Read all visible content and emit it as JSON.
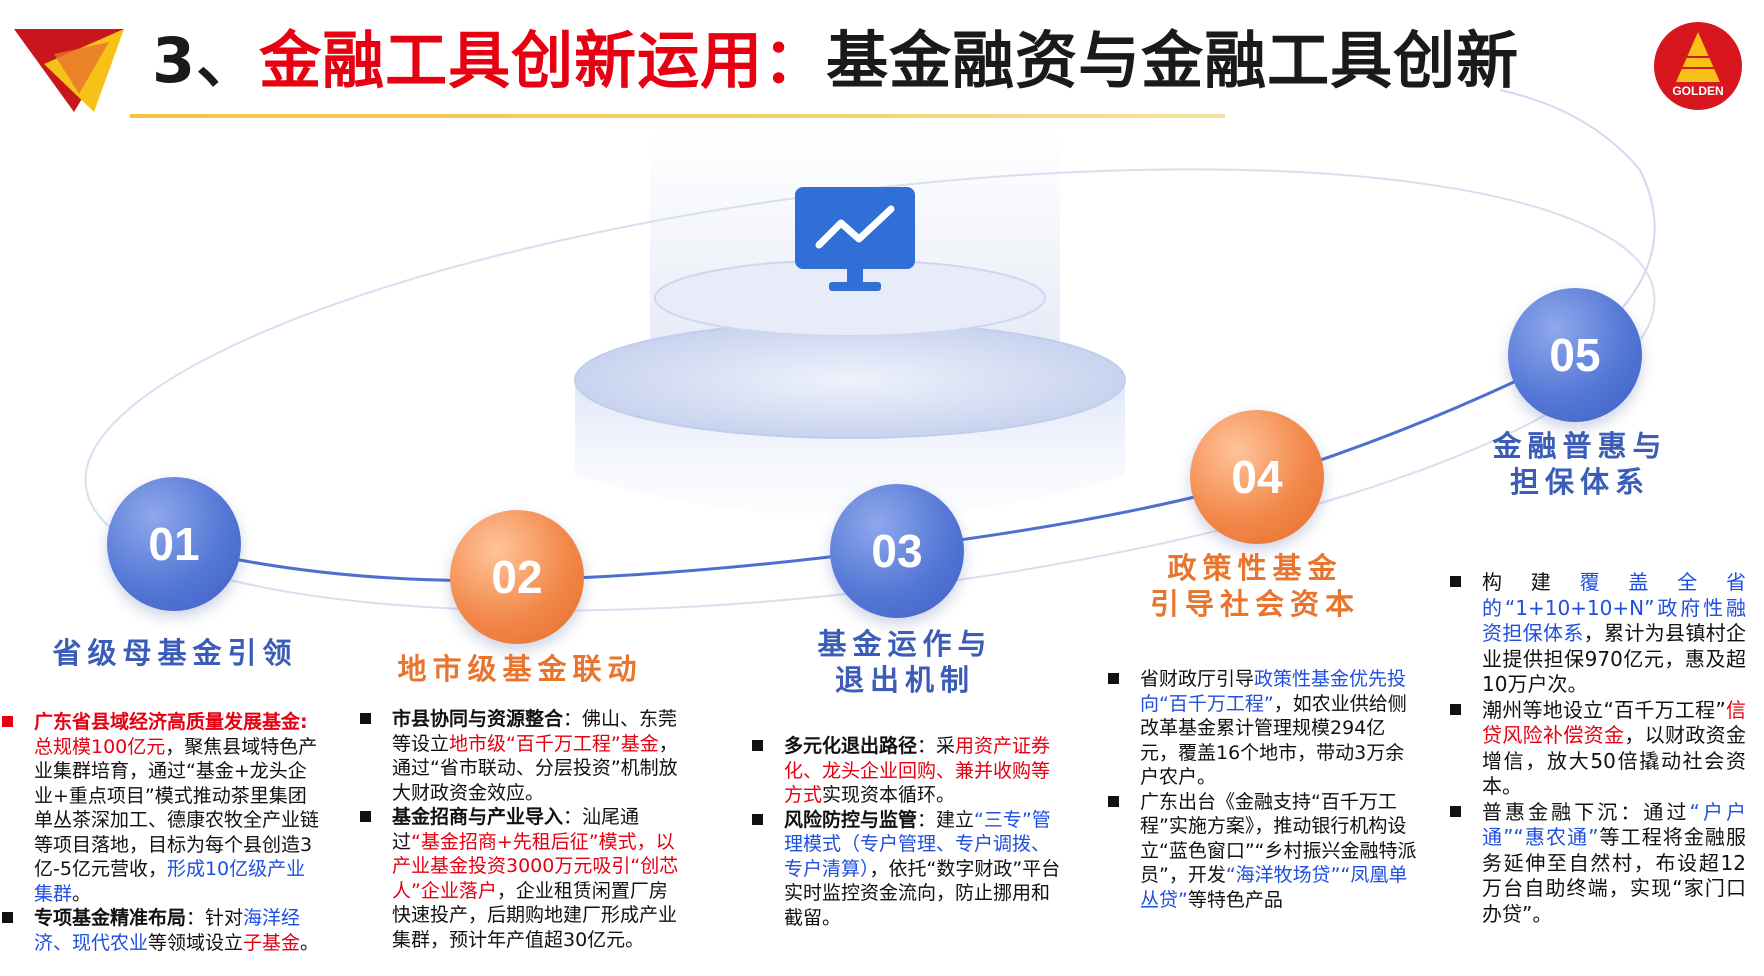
{
  "header": {
    "title_prefix": "3、",
    "title_highlight": "金融工具创新运用：",
    "title_rest": "基金融资与金融工具创新",
    "logo_text": "GOLDEN"
  },
  "colors": {
    "accent_red": "#e60012",
    "accent_blue": "#3b5db8",
    "accent_orange": "#e8742e",
    "link_blue": "#1f4fe0",
    "gold": "#f5c542"
  },
  "icons": [
    "triangle-logo-icon",
    "golden-pyramid-logo-icon",
    "monitor-chart-icon"
  ],
  "stages": [
    {
      "num": "01",
      "label_line1": "省级母基金引领",
      "label_line2": ""
    },
    {
      "num": "02",
      "label_line1": "地市级基金联动",
      "label_line2": ""
    },
    {
      "num": "03",
      "label_line1": "基金运作与",
      "label_line2": "退出机制"
    },
    {
      "num": "04",
      "label_line1": "政策性基金",
      "label_line2": "引导社会资本"
    },
    {
      "num": "05",
      "label_line1": "金融普惠与",
      "label_line2": "担保体系"
    }
  ],
  "col1": {
    "i1_head": "广东省县域经济高质量发展基金:",
    "i1_red": "总规模100亿元",
    "i1_text": "，聚焦县域特色产业集群培育，通过“基金+龙头企业+重点项目”模式推动茶里集团单丛茶深加工、德康农牧全产业链等项目落地，目标为每个县创造3亿-5亿元营收，",
    "i1_blue": "形成10亿级产业集群",
    "i1_end": "。",
    "i2_head": "专项基金精准布局",
    "i2_text1": "：针对",
    "i2_blue": "海洋经济、现代农业",
    "i2_text2": "等领域设立",
    "i2_red": "子基金",
    "i2_end": "。"
  },
  "col2": {
    "i1_head": "市县协同与资源整合",
    "i1_text1": "：佛山、东莞等设立",
    "i1_red": "地市级“百千万工程”基金",
    "i1_text2": "，通过“省市联动、分层投资”机制放大财政资金效应。",
    "i2_head": "基金招商与产业导入",
    "i2_text1": "：汕尾通过",
    "i2_red": "“基金招商+先租后征”模式，以产业基金投资3000万元吸引“创芯人”企业落户",
    "i2_text2": "，企业租赁闲置厂房快速投产，后期购地建厂形成产业集群，预计年产值超30亿元。"
  },
  "col3": {
    "i1_head": "多元化退出路径",
    "i1_text1": "：采",
    "i1_red": "用资产证券化、龙头企业回购、兼并收购等方式",
    "i1_text2": "实现资本循环。",
    "i2_head": "风险防控与监管",
    "i2_text1": "：建立",
    "i2_blue": "“三专”管理模式（专户管理、专户调拨、专户清算）",
    "i2_text2": "，依托“数字财政”平台实时监控资金流向，防止挪用和截留。"
  },
  "col4": {
    "i1_text1": "省财政厅引导",
    "i1_blue": "政策性基金优先投向“百千万工程”",
    "i1_text2": "，如农业供给侧改革基金累计管理规模294亿元，覆盖16个地市，带动3万余户农户。",
    "i2_text1": "广东出台《金融支持“百千万工程”实施方案》，推动银行机构设立“蓝色窗口”“乡村振兴金融特派员”，开发",
    "i2_blue": "“海洋牧场贷”“凤凰单丛贷”",
    "i2_text2": "等特色产品"
  },
  "col5": {
    "i1_text1": "构建",
    "i1_blue": "覆盖全省的“1+10+10+N”政府性融资担保体系",
    "i1_text2": "，累计为县镇村企业提供担保970亿元，惠及超10万户次。",
    "i2_text1": "潮州等地设立“百千万工程”",
    "i2_red": "信贷风险补偿资金",
    "i2_text2": "，以财政资金增信，放大50倍撬动社会资本。",
    "i3_text1": "普惠金融下沉：通过",
    "i3_blue": "“户户通”“惠农通”",
    "i3_text2": "等工程将金融服务延伸至自然村，布设超12万台自助终端，实现“家门口办贷”。"
  }
}
